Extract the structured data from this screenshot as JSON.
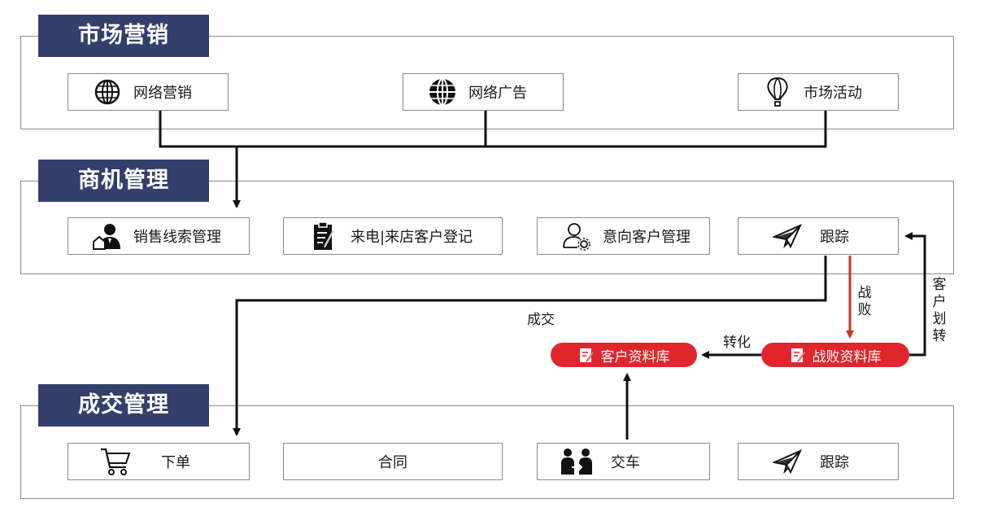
{
  "sections": {
    "marketing": {
      "title": "市场营销"
    },
    "opportunity": {
      "title": "商机管理"
    },
    "deal": {
      "title": "成交管理"
    }
  },
  "marketing": {
    "online_marketing": {
      "label": "网络营销",
      "icon": "globe-icon"
    },
    "online_ads": {
      "label": "网络广告",
      "icon": "globe-bold-icon"
    },
    "market_activity": {
      "label": "市场活动",
      "icon": "hot-air-balloon-icon"
    }
  },
  "opportunity": {
    "lead_management": {
      "label": "销售线索管理",
      "icon": "salesperson-icon"
    },
    "visit_registration": {
      "label": "来电|来店客户登记",
      "icon": "clipboard-icon"
    },
    "intent_customers": {
      "label": "意向客户管理",
      "icon": "user-gear-icon"
    },
    "follow_up": {
      "label": "跟踪",
      "icon": "paper-plane-icon"
    }
  },
  "deal": {
    "order": {
      "label": "下单",
      "icon": "shopping-cart-icon"
    },
    "contract": {
      "label": "合同"
    },
    "delivery": {
      "label": "交车",
      "icon": "handover-icon"
    },
    "follow_up": {
      "label": "跟踪",
      "icon": "paper-plane-icon"
    }
  },
  "pools": {
    "customer_db": {
      "label": "客户资料库",
      "icon": "document-icon"
    },
    "lost_db": {
      "label": "战败资料库",
      "icon": "document-icon"
    }
  },
  "flow_labels": {
    "deal_closed": "成交",
    "lost": "战败",
    "convert": "转化",
    "reassign": "客户划转"
  },
  "colors": {
    "section_header": "#34406b",
    "pill": "#e0262c",
    "lost_arrow": "#c8332c",
    "line": "#111111"
  }
}
